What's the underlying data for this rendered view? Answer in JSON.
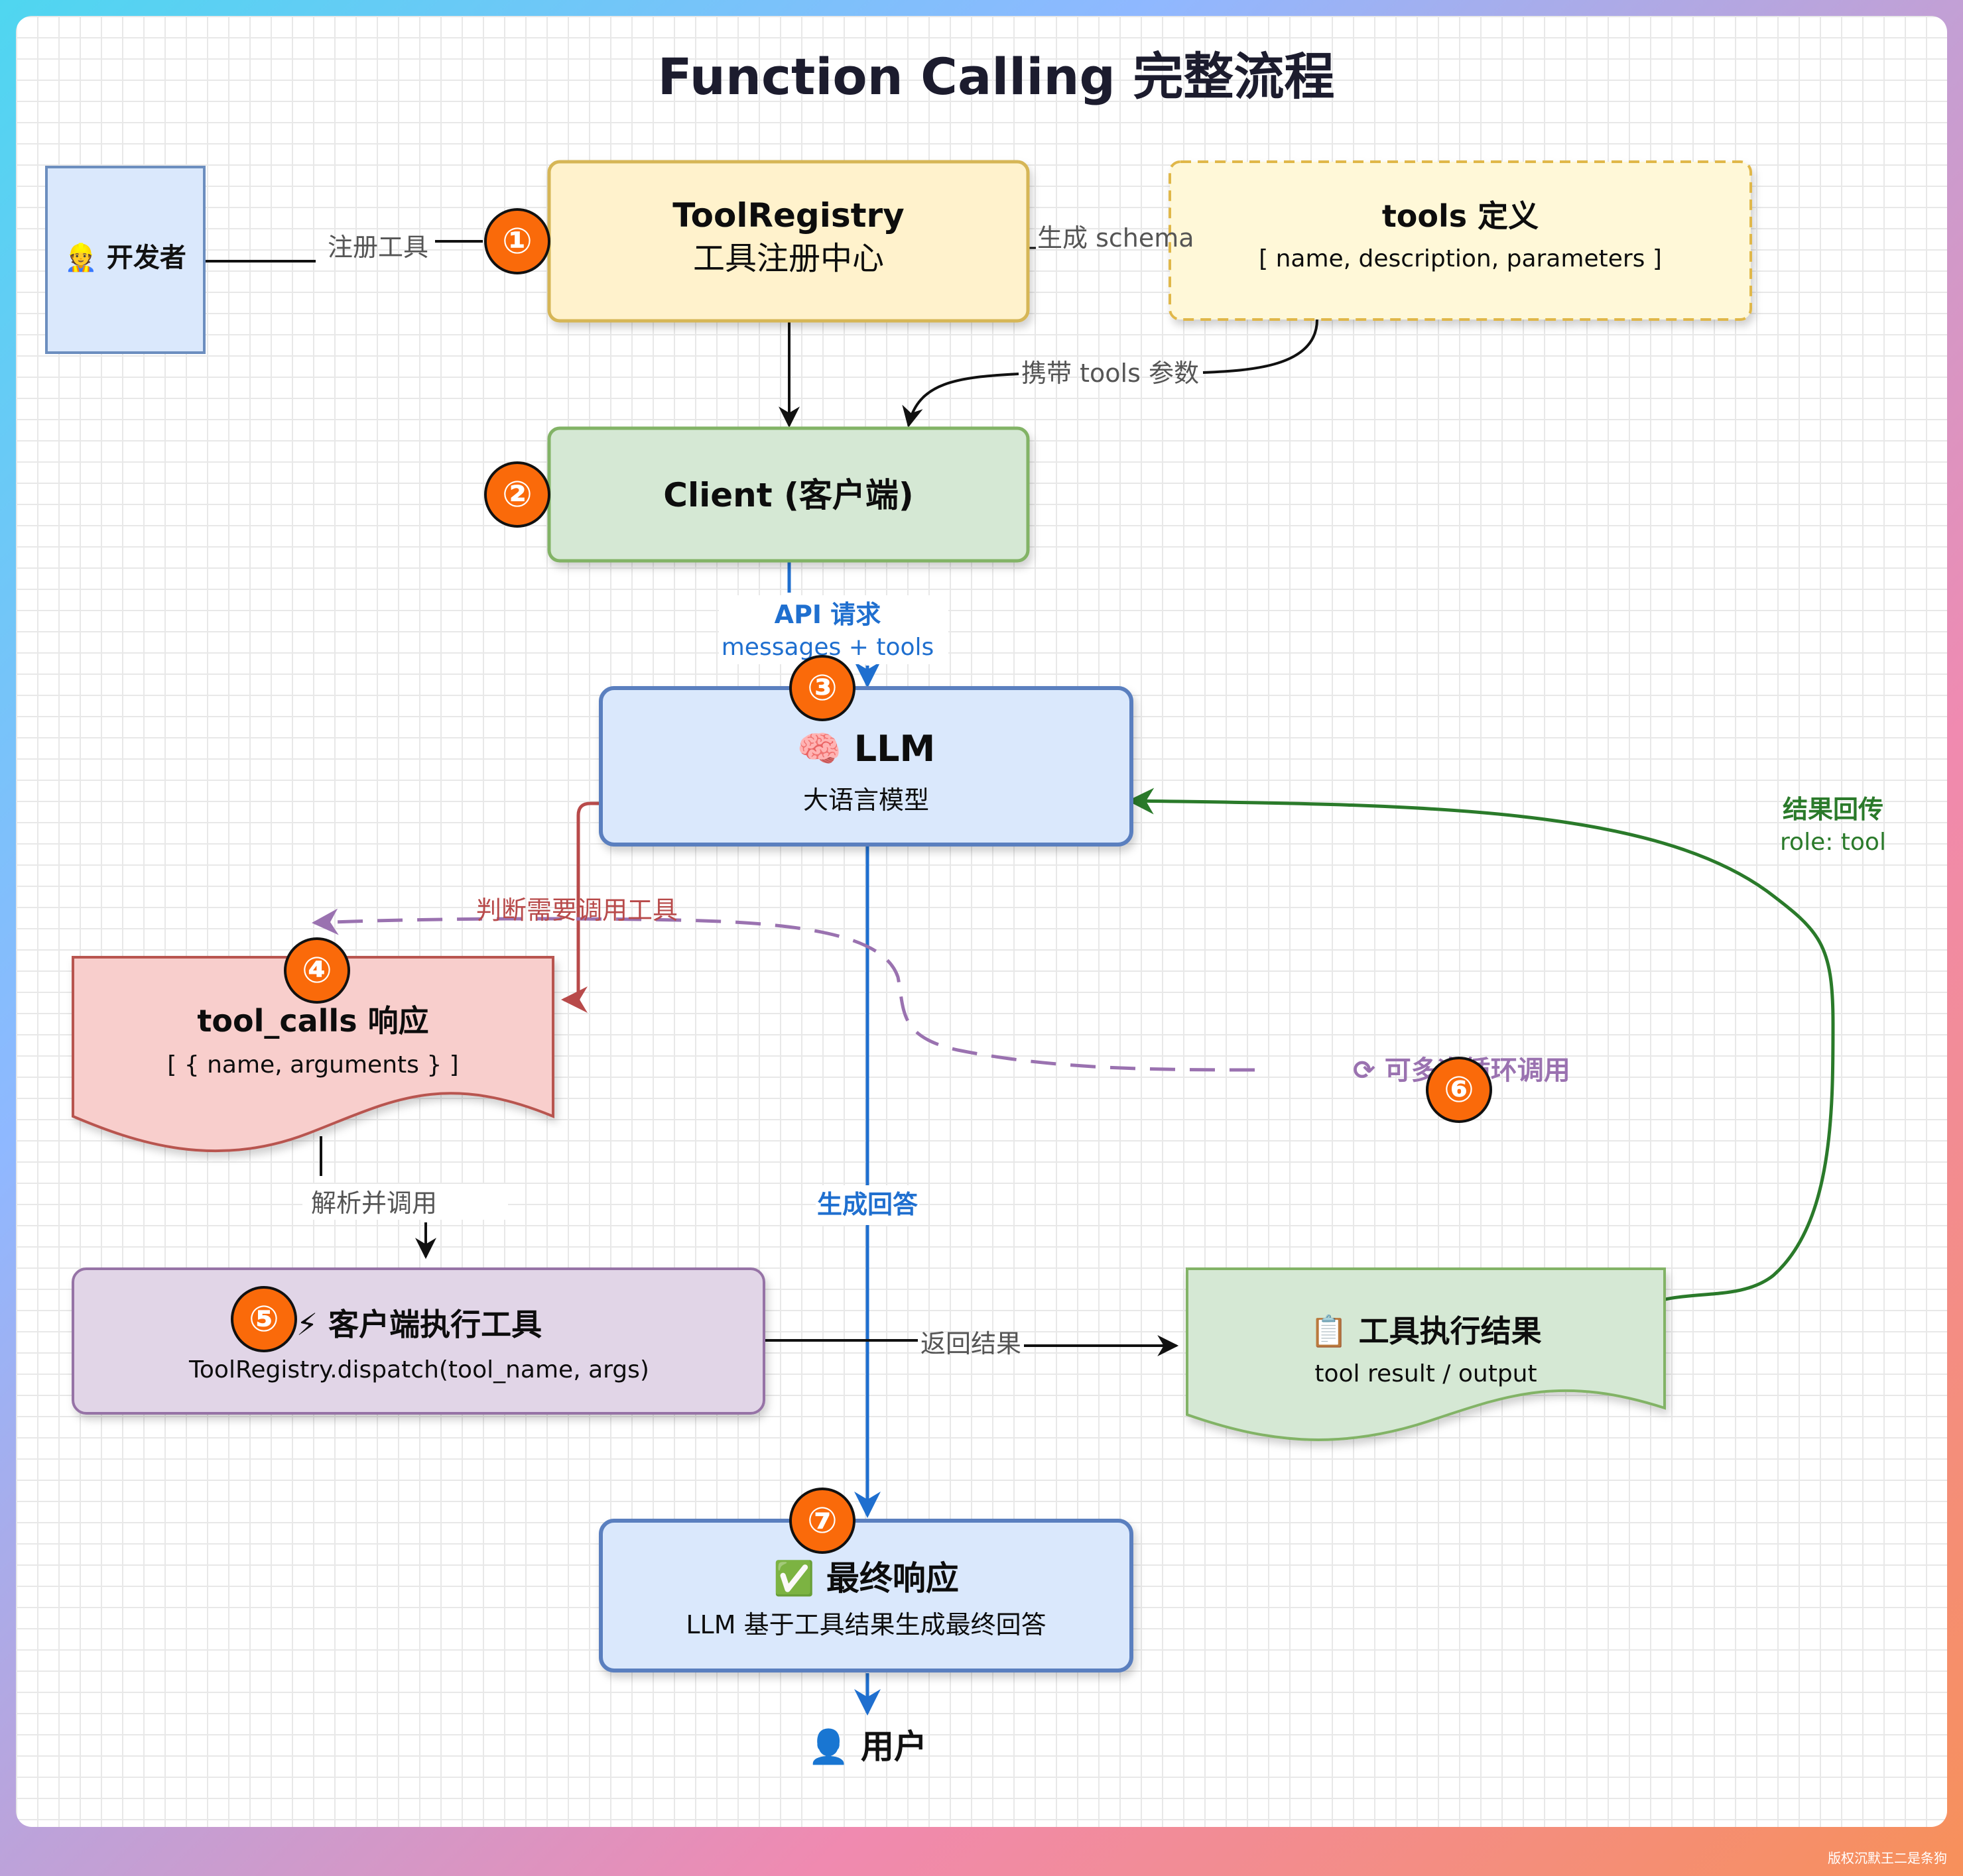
{
  "title": "Function Calling 完整流程",
  "watermark": "版权沉默王二是条狗",
  "nodes": {
    "developer": {
      "label": "👷 开发者"
    },
    "registry": {
      "line1": "ToolRegistry",
      "line2": "工具注册中心"
    },
    "tools_def": {
      "line1": "tools 定义",
      "line2": "[ name, description, parameters ]"
    },
    "client": {
      "label": "Client (客户端)"
    },
    "llm": {
      "line1": "🧠 LLM",
      "line2": "大语言模型"
    },
    "tool_calls": {
      "line1": "tool_calls 响应",
      "line2": "[ { name, arguments } ]"
    },
    "execute": {
      "line1": "⚡ 客户端执行工具",
      "line2": "ToolRegistry.dispatch(tool_name, args)"
    },
    "result": {
      "line1": "📋 工具执行结果",
      "line2": "tool result / output"
    },
    "final": {
      "line1": "✅ 最终响应",
      "line2": "LLM 基于工具结果生成最终回答"
    },
    "user": {
      "label": "👤 用户"
    }
  },
  "edges": {
    "register": "注册工具",
    "gen_schema": "生成 schema",
    "carry_tools": "携带 tools 参数",
    "api_req_1": "API 请求",
    "api_req_2": "messages + tools",
    "judge": "判断需要调用工具",
    "parse": "解析并调用",
    "return_result": "返回结果",
    "gen_answer": "生成回答",
    "feedback_1": "结果回传",
    "feedback_2": "role: tool",
    "loop": "⟳ 可多次循环调用"
  },
  "badges": [
    "①",
    "②",
    "③",
    "④",
    "⑤",
    "⑥",
    "⑦"
  ],
  "colors": {
    "badge": "#fa6a0a",
    "blue_edge": "#1f6fcf",
    "green_edge": "#2a7a2a",
    "red_edge": "#b84a4a",
    "purple_edge": "#9a72b0"
  }
}
